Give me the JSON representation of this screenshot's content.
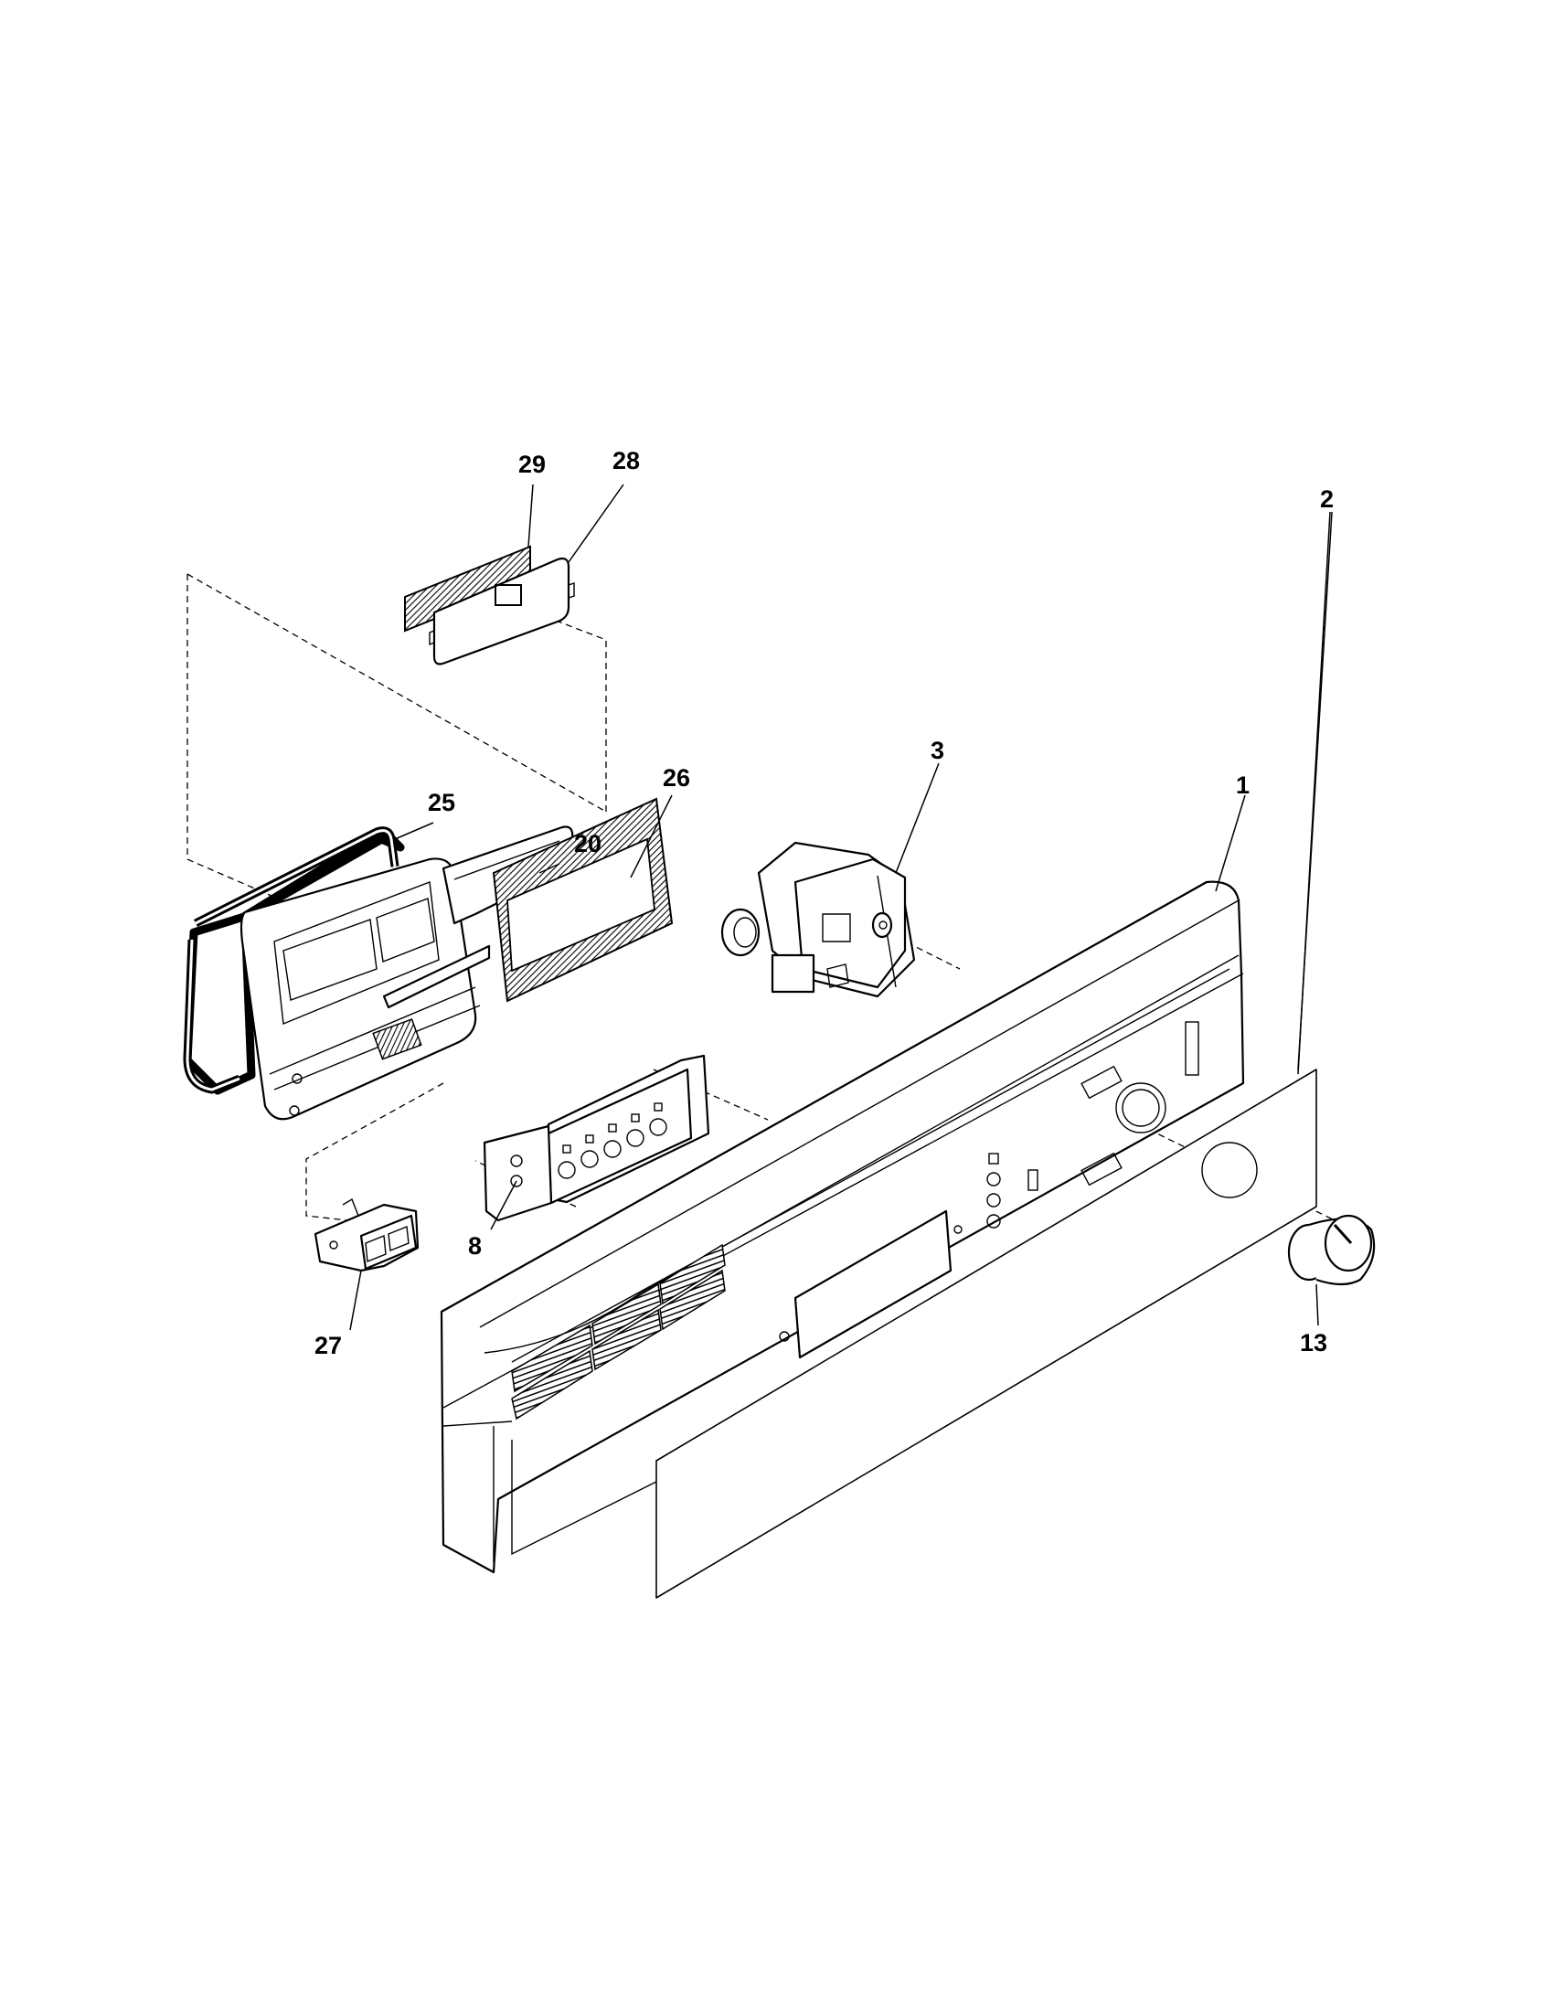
{
  "diagram": {
    "callouts": [
      {
        "id": "c1",
        "label": "1"
      },
      {
        "id": "c2",
        "label": "2"
      },
      {
        "id": "c3",
        "label": "3"
      },
      {
        "id": "c8",
        "label": "8"
      },
      {
        "id": "c13",
        "label": "13"
      },
      {
        "id": "c20",
        "label": "20"
      },
      {
        "id": "c25",
        "label": "25"
      },
      {
        "id": "c26",
        "label": "26"
      },
      {
        "id": "c27",
        "label": "27"
      },
      {
        "id": "c28",
        "label": "28"
      },
      {
        "id": "c29",
        "label": "29"
      }
    ]
  }
}
